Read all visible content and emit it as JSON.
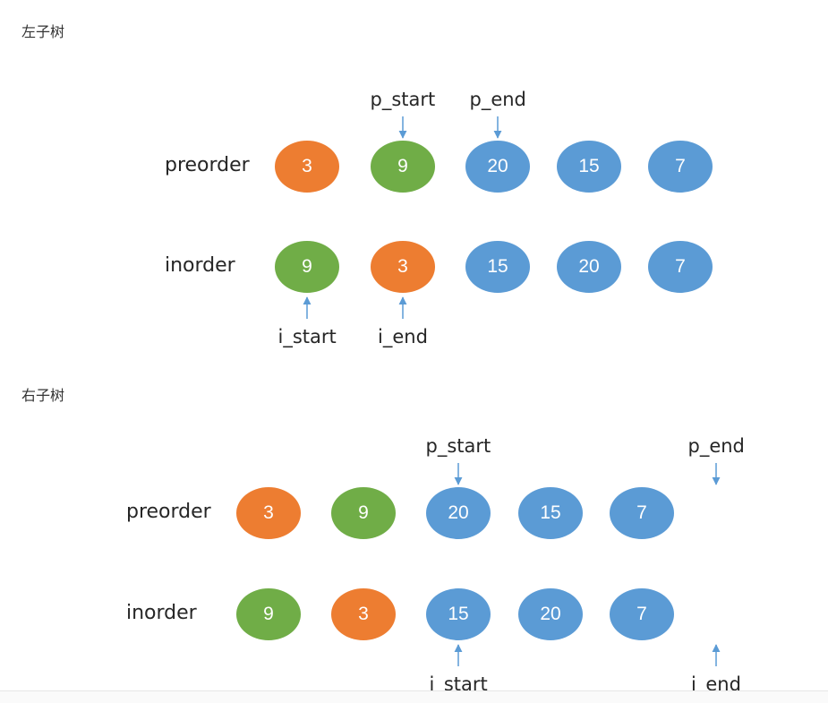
{
  "colors": {
    "orange": "#ed7d31",
    "green": "#70ad47",
    "blue": "#5b9bd5",
    "arrow": "#5b9bd5"
  },
  "sections": [
    {
      "title": "左子树",
      "rows": [
        {
          "label": "preorder",
          "nodes": [
            {
              "value": "3",
              "color": "orange"
            },
            {
              "value": "9",
              "color": "green"
            },
            {
              "value": "20",
              "color": "blue"
            },
            {
              "value": "15",
              "color": "blue"
            },
            {
              "value": "7",
              "color": "blue"
            }
          ]
        },
        {
          "label": "inorder",
          "nodes": [
            {
              "value": "9",
              "color": "green"
            },
            {
              "value": "3",
              "color": "orange"
            },
            {
              "value": "15",
              "color": "blue"
            },
            {
              "value": "20",
              "color": "blue"
            },
            {
              "value": "7",
              "color": "blue"
            }
          ]
        }
      ],
      "pointers": [
        {
          "label": "p_start",
          "row": 0,
          "index": 1,
          "side": "top"
        },
        {
          "label": "p_end",
          "row": 0,
          "index": 2,
          "side": "top"
        },
        {
          "label": "i_start",
          "row": 1,
          "index": 0,
          "side": "bottom"
        },
        {
          "label": "i_end",
          "row": 1,
          "index": 1,
          "side": "bottom"
        }
      ]
    },
    {
      "title": "右子树",
      "rows": [
        {
          "label": "preorder",
          "nodes": [
            {
              "value": "3",
              "color": "orange"
            },
            {
              "value": "9",
              "color": "green"
            },
            {
              "value": "20",
              "color": "blue"
            },
            {
              "value": "15",
              "color": "blue"
            },
            {
              "value": "7",
              "color": "blue"
            }
          ]
        },
        {
          "label": "inorder",
          "nodes": [
            {
              "value": "9",
              "color": "green"
            },
            {
              "value": "3",
              "color": "orange"
            },
            {
              "value": "15",
              "color": "blue"
            },
            {
              "value": "20",
              "color": "blue"
            },
            {
              "value": "7",
              "color": "blue"
            }
          ]
        }
      ],
      "pointers": [
        {
          "label": "p_start",
          "row": 0,
          "index": 2,
          "side": "top"
        },
        {
          "label": "p_end",
          "row": 0,
          "index": 5,
          "side": "top"
        },
        {
          "label": "i_start",
          "row": 1,
          "index": 2,
          "side": "bottom"
        },
        {
          "label": "i_end",
          "row": 1,
          "index": 5,
          "side": "bottom"
        }
      ]
    }
  ]
}
